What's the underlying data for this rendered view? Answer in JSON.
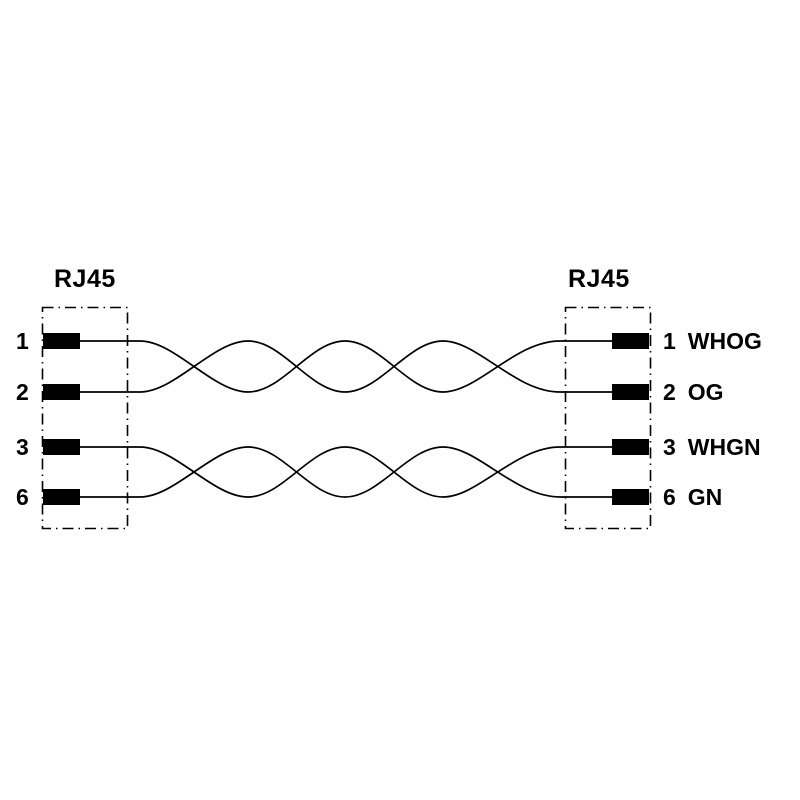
{
  "left_connector": {
    "label": "RJ45",
    "pins": [
      {
        "number": "1"
      },
      {
        "number": "2"
      },
      {
        "number": "3"
      },
      {
        "number": "6"
      }
    ]
  },
  "right_connector": {
    "label": "RJ45",
    "pins": [
      {
        "number": "1",
        "wire_color": "WHOG"
      },
      {
        "number": "2",
        "wire_color": "OG"
      },
      {
        "number": "3",
        "wire_color": "WHGN"
      },
      {
        "number": "6",
        "wire_color": "GN"
      }
    ]
  },
  "pairs": [
    {
      "pins": "1-2",
      "wire_colors": "WHOG/OG",
      "twists": 3
    },
    {
      "pins": "3-6",
      "wire_colors": "WHGN/GN",
      "twists": 3
    }
  ],
  "colors": {
    "line": "#000000",
    "pin_fill": "#000000",
    "background": "#ffffff"
  }
}
